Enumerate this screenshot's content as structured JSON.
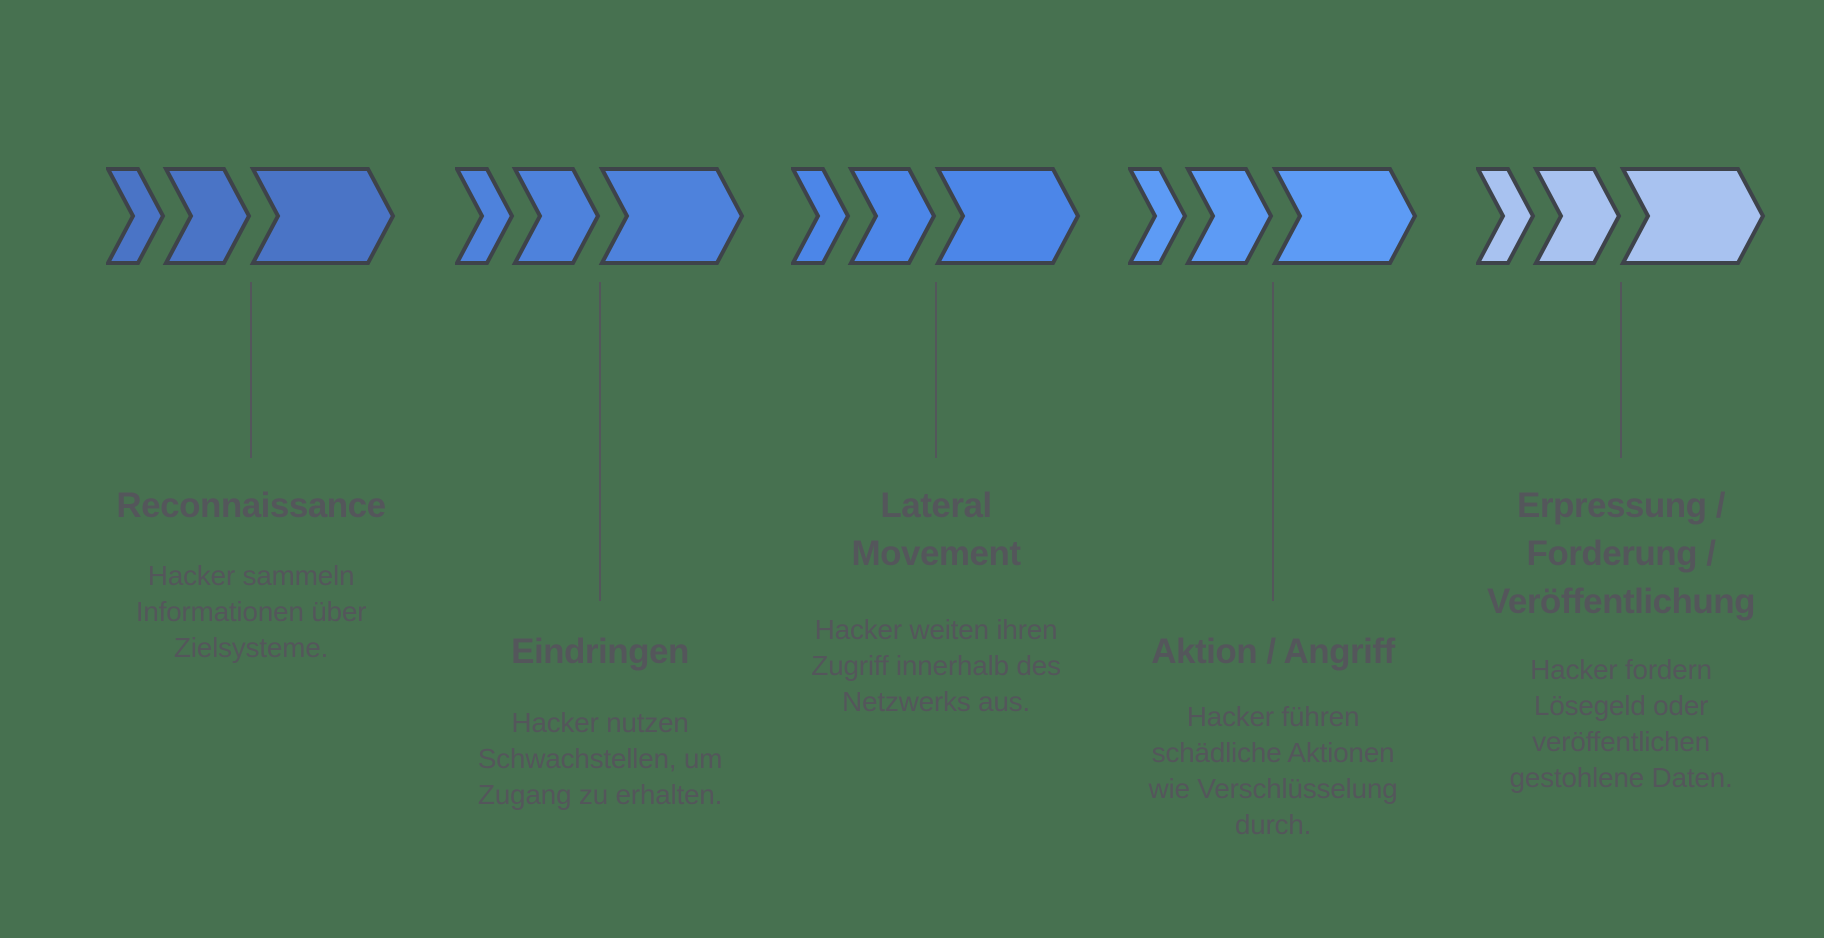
{
  "diagram": {
    "name": "ransomware-attack-phases",
    "background_color": "#477150",
    "arrow_outline_color": "#3E434A",
    "text_color": "#54565B",
    "connector_color": "#54565B",
    "stages": [
      {
        "title": "Reconnaissance",
        "description": "Hacker sammeln\nInformationen über\nZielsysteme.",
        "arrow_color": "#4A74C6"
      },
      {
        "title": "Eindringen",
        "description": "Hacker nutzen\nSchwachstellen, um\nZugang zu erhalten.",
        "arrow_color": "#4E82DC"
      },
      {
        "title": "Lateral\nMovement",
        "description": "Hacker weiten ihren\nZugriff innerhalb des\nNetzwerks aus.",
        "arrow_color": "#4C86E8"
      },
      {
        "title": "Aktion / Angriff",
        "description": "Hacker führen\nschädliche Aktionen\nwie Verschlüsselung\ndurch.",
        "arrow_color": "#5D9BF5"
      },
      {
        "title": "Erpressung /\nForderung /\nVeröffentlichung",
        "description": "Hacker fordern\nLösegeld oder\nveröffentlichen\ngestohlene Daten.",
        "arrow_color": "#A8C2F0"
      }
    ]
  }
}
